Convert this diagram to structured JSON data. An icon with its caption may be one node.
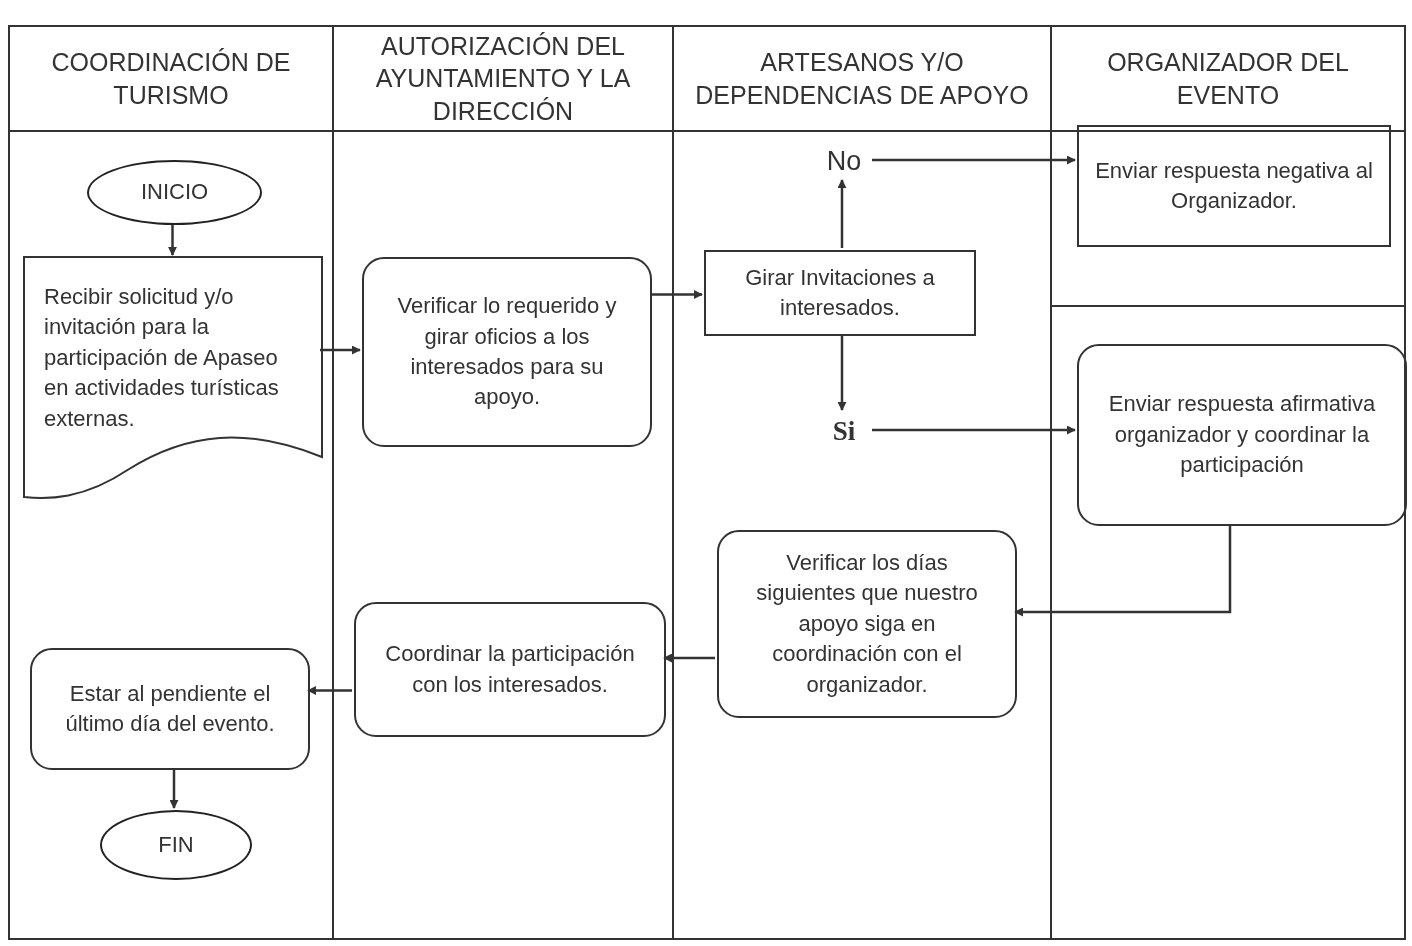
{
  "diagram": {
    "nodes": [
      {
        "text": [
          "COORDINACIÓN DE TURISMO"
        ]
      },
      {
        "text": [
          "AUTORIZACIÓN DEL AYUNTAMIENTO Y LA DIRECCIÓN"
        ]
      },
      {
        "text": [
          "ARTESANOS Y/O DEPENDENCIAS DE APOYO"
        ]
      },
      {
        "text": [
          "ORGANIZADOR DEL EVENTO"
        ]
      },
      {
        "text": [
          "INICIO"
        ],
        "in": 0
      },
      {
        "text": [
          "Recibir solicitud y/o invitación para la participación de Apaseo en actividades turísticas externas."
        ],
        "in": 0
      },
      {
        "text": [
          "Verificar lo requerido y girar oficios a los interesados para su apoyo."
        ],
        "in": 1
      },
      {
        "text": [
          "Girar Invitaciones a interesados."
        ],
        "in": 2
      },
      {
        "text": [
          "No"
        ],
        "in": 2
      },
      {
        "text": [
          "Si"
        ],
        "in": 2
      },
      {
        "text": [
          "Enviar respuesta negativa al Organizador."
        ],
        "in": 3
      },
      {
        "text": [
          "Enviar respuesta afirmativa organizador y coordinar la participación"
        ],
        "in": 3
      },
      {
        "text": [
          "Verificar los días siguientes que nuestro apoyo siga en coordinación con el organizador."
        ],
        "in": 2
      },
      {
        "text": [
          "Coordinar la participación con los interesados."
        ],
        "in": 1
      },
      {
        "text": [
          "Estar al pendiente el último día del evento."
        ],
        "in": 0
      },
      {
        "text": [
          "FIN"
        ],
        "in": 0
      }
    ],
    "edges": [
      {
        "from": 4,
        "to": 5,
        "arrow": "to"
      },
      {
        "from": 5,
        "to": 6,
        "arrow": "to"
      },
      {
        "from": 6,
        "to": 7,
        "arrow": "to"
      },
      {
        "from": 7,
        "to": 8,
        "arrow": "to"
      },
      {
        "from": 7,
        "to": 9,
        "arrow": "to"
      },
      {
        "from": 8,
        "to": 10,
        "arrow": "to"
      },
      {
        "from": 9,
        "to": 11,
        "arrow": "to"
      },
      {
        "from": 11,
        "to": 12,
        "arrow": "to"
      },
      {
        "from": 12,
        "to": 13,
        "arrow": "to"
      },
      {
        "from": 13,
        "to": 14,
        "arrow": "to"
      },
      {
        "from": 14,
        "to": 15,
        "arrow": "to"
      }
    ]
  }
}
